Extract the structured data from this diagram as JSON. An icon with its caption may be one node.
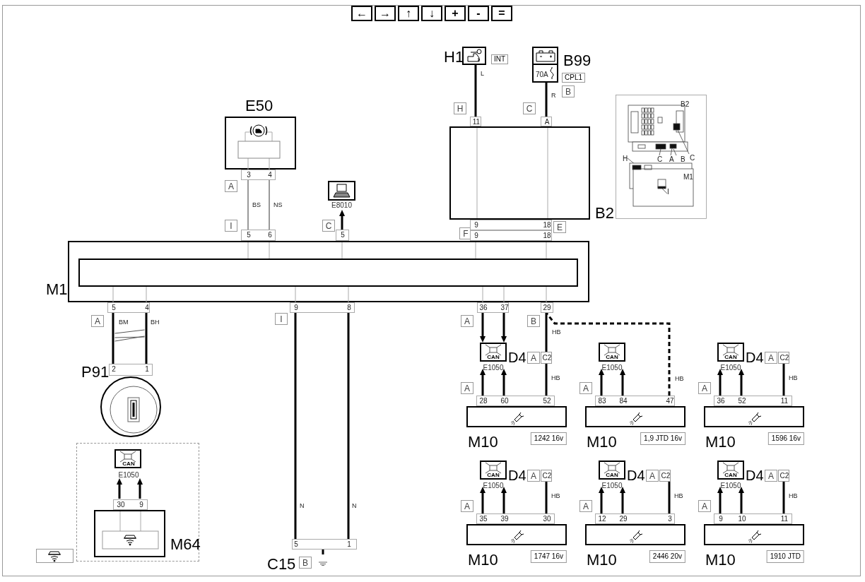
{
  "diagram": {
    "nodes": [
      {
        "text": [
          "H1"
        ],
        "beside": [
          "INT"
        ]
      },
      {
        "text": [
          "B99",
          "70A"
        ],
        "beside": [
          "CPL1"
        ]
      },
      {
        "text": [
          "11"
        ]
      },
      {
        "text": [
          "A"
        ]
      },
      {
        "text": [
          "B2"
        ]
      },
      {
        "text": [
          "9",
          "18"
        ]
      },
      {
        "text": [
          "E50"
        ]
      },
      {
        "text": [
          "3",
          "4"
        ]
      },
      {
        "text": [
          "E8010"
        ]
      },
      {
        "text": [
          "5",
          "6"
        ]
      },
      {
        "text": [
          "5"
        ]
      },
      {
        "text": [
          "9",
          "18"
        ]
      },
      {
        "text": [
          "M1"
        ]
      },
      {
        "text": [
          "5",
          "4"
        ]
      },
      {
        "text": [
          "9",
          "8"
        ]
      },
      {
        "text": [
          "36",
          "37"
        ]
      },
      {
        "text": [
          "29"
        ]
      },
      {
        "text": [
          "2",
          "1"
        ]
      },
      {
        "text": [
          "P91"
        ]
      },
      {
        "text": [
          "5",
          "1"
        ]
      },
      {
        "text": [
          "C15"
        ]
      },
      {
        "text": [],
        "shape": "box"
      },
      {
        "text": [
          "CAN",
          "E1050"
        ],
        "in": 21
      },
      {
        "text": [
          "30",
          "9"
        ],
        "in": 21
      },
      {
        "text": [
          "M64"
        ],
        "in": 21
      },
      {
        "text": [
          "CAN",
          "E1050"
        ],
        "beside": [
          "D4"
        ]
      },
      {
        "text": [
          "C2"
        ]
      },
      {
        "text": [
          "28",
          "60",
          "52"
        ]
      },
      {
        "text": [
          "M10"
        ],
        "beside": [
          "1242 16v"
        ]
      },
      {
        "text": [
          "CAN",
          "E1050"
        ]
      },
      {
        "text": [
          "83",
          "84",
          "47"
        ]
      },
      {
        "text": [
          "M10"
        ],
        "beside": [
          "1,9 JTD 16v"
        ]
      },
      {
        "text": [
          "CAN",
          "E1050"
        ],
        "beside": [
          "D4"
        ]
      },
      {
        "text": [
          "C2"
        ]
      },
      {
        "text": [
          "36",
          "52",
          "11"
        ]
      },
      {
        "text": [
          "M10"
        ],
        "beside": [
          "1596 16v"
        ]
      },
      {
        "text": [
          "CAN",
          "E1050"
        ],
        "beside": [
          "D4"
        ]
      },
      {
        "text": [
          "C2"
        ]
      },
      {
        "text": [
          "35",
          "39",
          "30"
        ]
      },
      {
        "text": [
          "M10"
        ],
        "beside": [
          "1747 16v"
        ]
      },
      {
        "text": [
          "CAN",
          "E1050"
        ],
        "beside": [
          "D4"
        ]
      },
      {
        "text": [
          "C2"
        ]
      },
      {
        "text": [
          "12",
          "29",
          "3"
        ]
      },
      {
        "text": [
          "M10"
        ],
        "beside": [
          "2446 20v"
        ]
      },
      {
        "text": [
          "CAN",
          "E1050"
        ],
        "beside": [
          "D4"
        ]
      },
      {
        "text": [
          "C2"
        ]
      },
      {
        "text": [
          "9",
          "10",
          "11"
        ]
      },
      {
        "text": [
          "M10"
        ],
        "beside": [
          "1910 JTD"
        ]
      },
      {
        "text": [
          "A"
        ]
      },
      {
        "text": [
          "I"
        ]
      },
      {
        "text": [
          "C"
        ]
      },
      {
        "text": [
          "H"
        ]
      },
      {
        "text": [
          "C"
        ]
      },
      {
        "text": [
          "B"
        ]
      },
      {
        "text": [
          "F"
        ]
      },
      {
        "text": [
          "E"
        ]
      },
      {
        "text": [
          "A"
        ]
      },
      {
        "text": [
          "I"
        ]
      },
      {
        "text": [
          "B"
        ],
        "in": 20
      },
      {
        "text": [
          "A"
        ]
      },
      {
        "text": [
          "B"
        ]
      },
      {
        "text": [
          "A"
        ]
      },
      {
        "text": [
          "A"
        ]
      },
      {
        "text": [
          "A"
        ]
      },
      {
        "text": [
          "A"
        ]
      },
      {
        "text": [
          "A"
        ]
      },
      {
        "text": [
          "A"
        ]
      },
      {
        "text": [
          "A"
        ]
      },
      {
        "text": [
          "A"
        ]
      },
      {
        "text": [
          "A"
        ]
      },
      {
        "text": [
          "A"
        ]
      },
      {
        "text": [
          "A"
        ]
      }
    ],
    "edges": [
      {
        "from": 0,
        "to": 2,
        "arrow": "none",
        "label": "L"
      },
      {
        "from": 1,
        "to": 3,
        "arrow": "none",
        "label": "R"
      },
      {
        "from": 7,
        "to": 9,
        "arrow": "none",
        "label": "BS",
        "color": "#999999"
      },
      {
        "from": 7,
        "to": 9,
        "arrow": "none",
        "label": "NS",
        "color": "#999999"
      },
      {
        "from": 10,
        "to": 8,
        "arrow": "to"
      },
      {
        "from": 13,
        "to": 17,
        "arrow": "none",
        "label": "BM"
      },
      {
        "from": 13,
        "to": 17,
        "arrow": "none",
        "label": "BH"
      },
      {
        "from": 14,
        "to": 19,
        "arrow": "none",
        "label": "N"
      },
      {
        "from": 14,
        "to": 19,
        "arrow": "none",
        "label": "N"
      },
      {
        "from": 19,
        "to": 20,
        "arrow": "none"
      },
      {
        "from": 23,
        "to": 22,
        "arrow": "to"
      },
      {
        "from": 23,
        "to": 22,
        "arrow": "to"
      },
      {
        "from": 15,
        "to": 25,
        "arrow": "to"
      },
      {
        "from": 15,
        "to": 25,
        "arrow": "to"
      },
      {
        "from": 16,
        "to": 26,
        "arrow": "none",
        "label": "HB"
      },
      {
        "from": 26,
        "to": 27,
        "arrow": "none",
        "label": "HB"
      },
      {
        "from": 27,
        "to": 25,
        "arrow": "to"
      },
      {
        "from": 27,
        "to": 25,
        "arrow": "to"
      },
      {
        "from": 30,
        "to": 29,
        "arrow": "to"
      },
      {
        "from": 30,
        "to": 29,
        "arrow": "to"
      },
      {
        "from": 30,
        "to": 16,
        "arrow": "none",
        "label": "HB",
        "style": "dashed"
      },
      {
        "from": 34,
        "to": 32,
        "arrow": "to"
      },
      {
        "from": 34,
        "to": 32,
        "arrow": "to"
      },
      {
        "from": 34,
        "to": 33,
        "arrow": "none",
        "label": "HB"
      },
      {
        "from": 38,
        "to": 36,
        "arrow": "to"
      },
      {
        "from": 38,
        "to": 36,
        "arrow": "to"
      },
      {
        "from": 38,
        "to": 37,
        "arrow": "none",
        "label": "HB"
      },
      {
        "from": 42,
        "to": 40,
        "arrow": "to"
      },
      {
        "from": 42,
        "to": 40,
        "arrow": "to"
      },
      {
        "from": 42,
        "to": 41,
        "arrow": "none",
        "label": "HB"
      },
      {
        "from": 46,
        "to": 44,
        "arrow": "to"
      },
      {
        "from": 46,
        "to": 44,
        "arrow": "to"
      },
      {
        "from": 46,
        "to": 45,
        "arrow": "none",
        "label": "HB"
      }
    ],
    "labels": [
      "←",
      "→",
      "↑",
      "↓",
      "+",
      "-",
      "=",
      "B2",
      "H",
      "C",
      "A",
      "B",
      "C",
      "M1",
      "I"
    ]
  }
}
